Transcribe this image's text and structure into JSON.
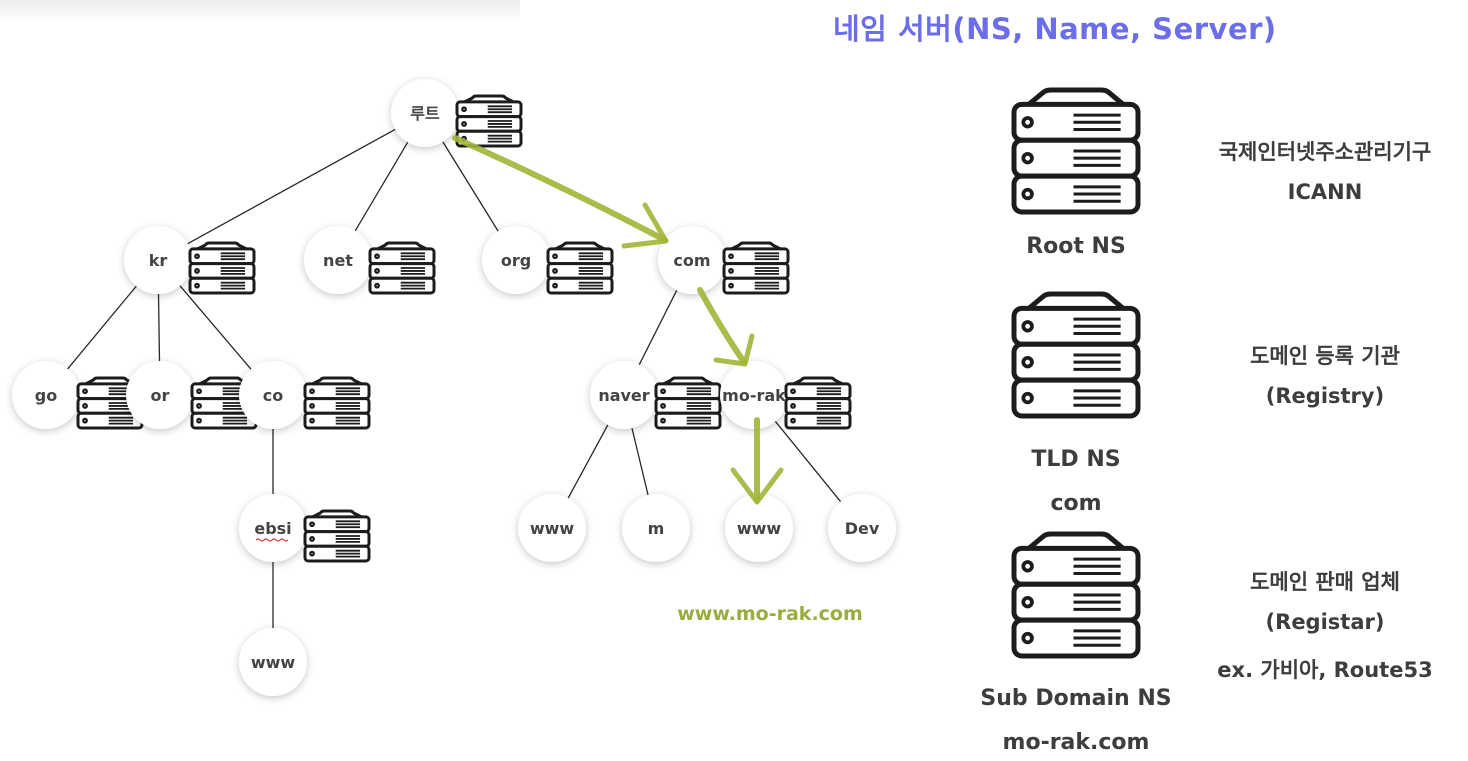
{
  "title": "네임 서버(NS, Name, Server)",
  "tree": {
    "nodes": [
      {
        "id": "root",
        "label": "루트",
        "server": true
      },
      {
        "id": "kr",
        "label": "kr",
        "server": true
      },
      {
        "id": "net",
        "label": "net",
        "server": true
      },
      {
        "id": "org",
        "label": "org",
        "server": true
      },
      {
        "id": "com",
        "label": "com",
        "server": true
      },
      {
        "id": "go",
        "label": "go",
        "server": true
      },
      {
        "id": "or",
        "label": "or",
        "server": true
      },
      {
        "id": "co",
        "label": "co",
        "server": true
      },
      {
        "id": "ebsi",
        "label": "ebsi",
        "server": true
      },
      {
        "id": "www-ebsi",
        "label": "www",
        "server": false
      },
      {
        "id": "naver",
        "label": "naver",
        "server": true
      },
      {
        "id": "mo-rak",
        "label": "mo-rak",
        "server": true
      },
      {
        "id": "www-naver",
        "label": "www",
        "server": false
      },
      {
        "id": "m-naver",
        "label": "m",
        "server": false
      },
      {
        "id": "www-morak",
        "label": "www",
        "server": false
      },
      {
        "id": "dev-morak",
        "label": "Dev",
        "server": false
      }
    ],
    "edges": [
      [
        "root",
        "kr"
      ],
      [
        "root",
        "net"
      ],
      [
        "root",
        "org"
      ],
      [
        "kr",
        "go"
      ],
      [
        "kr",
        "or"
      ],
      [
        "kr",
        "co"
      ],
      [
        "co",
        "ebsi"
      ],
      [
        "ebsi",
        "www-ebsi"
      ],
      [
        "com",
        "naver"
      ],
      [
        "naver",
        "www-naver"
      ],
      [
        "naver",
        "m-naver"
      ],
      [
        "mo-rak",
        "dev-morak"
      ]
    ],
    "highlight_path": [
      "root",
      "com",
      "mo-rak",
      "www-morak"
    ],
    "highlight_color": "#a3b536",
    "url": "www.mo-rak.com"
  },
  "legend": [
    {
      "name": "Root NS",
      "detail": "",
      "desc": [
        "국제인터넷주소관리기구",
        "ICANN"
      ]
    },
    {
      "name": "TLD NS",
      "detail": "com",
      "desc": [
        "도메인 등록 기관",
        "(Registry)"
      ]
    },
    {
      "name": "Sub Domain NS",
      "detail": "mo-rak.com",
      "desc": [
        "도메인 판매 업체",
        "(Registar)",
        "ex. 가비아, Route53"
      ]
    }
  ],
  "colors": {
    "title": "#6b6ee8",
    "text": "#3d3d3d",
    "highlight": "#a3b536"
  }
}
